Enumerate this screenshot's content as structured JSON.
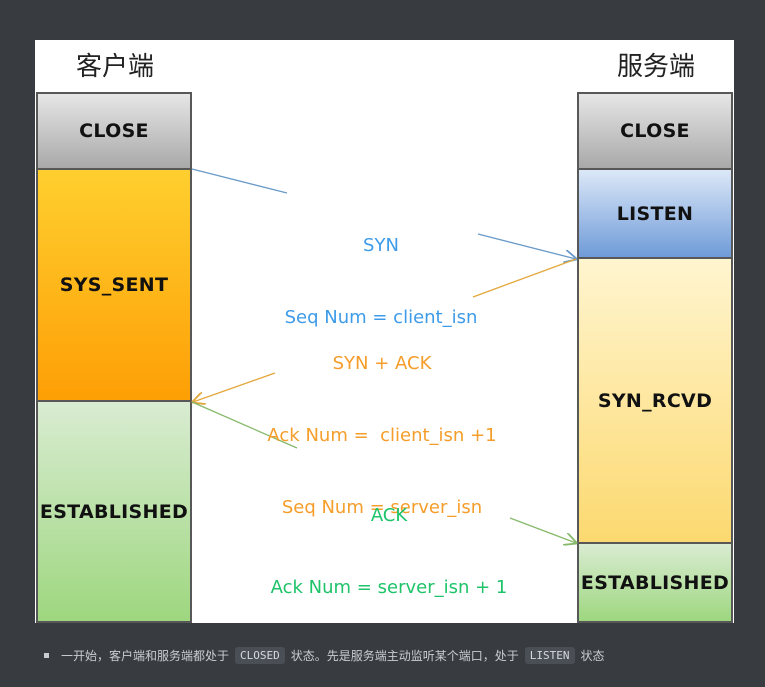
{
  "titles": {
    "client": "客户端",
    "server": "服务端"
  },
  "client_states": [
    {
      "label": "CLOSE"
    },
    {
      "label": "SYS_SENT"
    },
    {
      "label": "ESTABLISHED"
    }
  ],
  "server_states": [
    {
      "label": "CLOSE"
    },
    {
      "label": "LISTEN"
    },
    {
      "label": "SYN_RCVD"
    },
    {
      "label": "ESTABLISHED"
    }
  ],
  "messages": [
    {
      "line1": "SYN",
      "line2": "Seq Num = client_isn",
      "line3": "",
      "color": "#3d9be9"
    },
    {
      "line1": "SYN + ACK",
      "line2": "Ack Num =  client_isn +1",
      "line3": "Seq Num = server_isn",
      "color": "#f59d2a"
    },
    {
      "line1": "ACK",
      "line2": "Ack Num = server_isn + 1",
      "line3": "",
      "color": "#1ec36a"
    }
  ],
  "colors": {
    "close": "#b9b9b9",
    "sys_sent": "#fdae1b",
    "established": "#b6dca0",
    "listen": "#7ea6dc",
    "syn_rcvd": "#fde38f",
    "arrow_syn": "#6a9ac9",
    "arrow_synack": "#e3a73b",
    "arrow_ack": "#86b96b"
  },
  "caption": {
    "part1": "一开始，客户端和服务端都处于",
    "code1": "CLOSED",
    "part2": "状态。先是服务端主动监听某个端口，处于",
    "code2": "LISTEN",
    "part3": "状态"
  }
}
